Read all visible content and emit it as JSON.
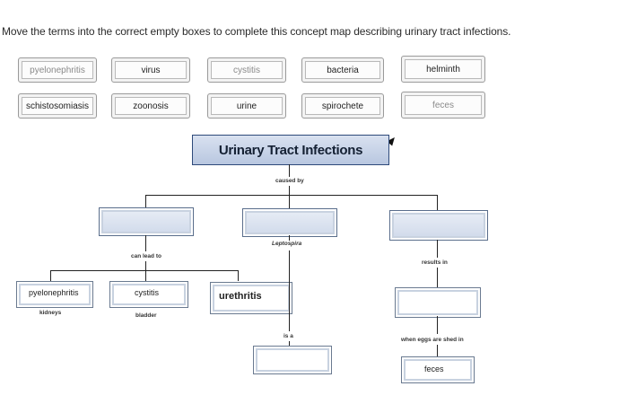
{
  "instructions": "Move the terms into the correct empty boxes to complete this concept map describing urinary tract infections.",
  "term_bank": [
    {
      "label": "pyelonephritis",
      "faded": true
    },
    {
      "label": "virus",
      "faded": false
    },
    {
      "label": "cystitis",
      "faded": true
    },
    {
      "label": "bacteria",
      "faded": false
    },
    {
      "label": "helminth",
      "faded": false
    },
    {
      "label": "schistosomiasis",
      "faded": false
    },
    {
      "label": "zoonosis",
      "faded": false
    },
    {
      "label": "urine",
      "faded": false
    },
    {
      "label": "spirochete",
      "faded": false
    },
    {
      "label": "feces",
      "faded": true
    }
  ],
  "concept_map": {
    "title": "Urinary Tract Infections",
    "caused_by": "caused by",
    "can_lead_to": "can lead to",
    "leptospira": "Leptospira",
    "results_in": "results in",
    "is_a": "is a",
    "when_eggs": "when eggs are shed in",
    "pyelonephritis": "pyelonephritis",
    "kidneys": "kidneys",
    "cystitis": "cystitis",
    "bladder": "bladder",
    "urethritis": "urethritis",
    "feces": "feces"
  }
}
